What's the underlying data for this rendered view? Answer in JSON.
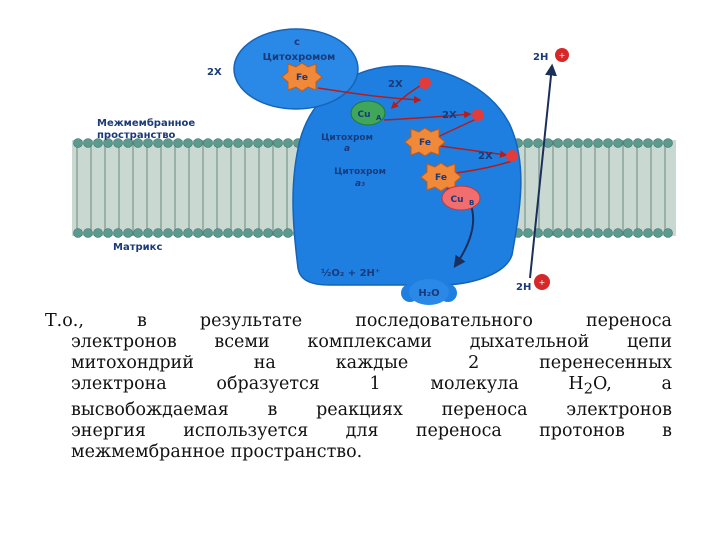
{
  "diagram": {
    "cyt_c_top": "с",
    "cyt_c_label": "Цитохромом",
    "fe": "Fe",
    "two_x_left": "2X",
    "two_h_top": "2H",
    "two_x_e1": "2X",
    "two_x_e2": "2X",
    "two_x_e3": "2X",
    "cu_a": "Cu",
    "cu_a_sub": "A",
    "cyt_a_label": "Цитохром",
    "cyt_a_sub": "a",
    "cyt_a3_label": "Цитохром",
    "cyt_a3_sub": "a₃",
    "cu_b": "Cu",
    "cu_b_sub": "B",
    "intermembrane_line1": "Межмембранное",
    "intermembrane_line2": "пространство",
    "matrix_label": "Матрикс",
    "oxygen_reaction": "½O₂ + 2H⁺",
    "water": "H₂O",
    "two_h_bottom": "2H"
  },
  "caption": {
    "line1": "Т.о., в результате последовательного переноса",
    "line2": "электронов всеми комплексами дыхательной цепи",
    "line3": "митохондрий на каждые 2 перенесенных",
    "line4_a": "электрона образуется 1 молекула H",
    "line4_sub": "2",
    "line4_b": "O, а",
    "line5": "высвобождаемая в реакциях переноса электронов",
    "line6": "энергия используется для переноса протонов в",
    "line7": "межмембранное пространство."
  },
  "colors": {
    "complex": "#1e7fe0",
    "membrane_head": "#5a9a8f",
    "electron": "#e23b3b",
    "iron": "#f08a3a",
    "copper": "#3fa65a",
    "proton": "#d62828",
    "text_dark": "#1a3a7a"
  }
}
